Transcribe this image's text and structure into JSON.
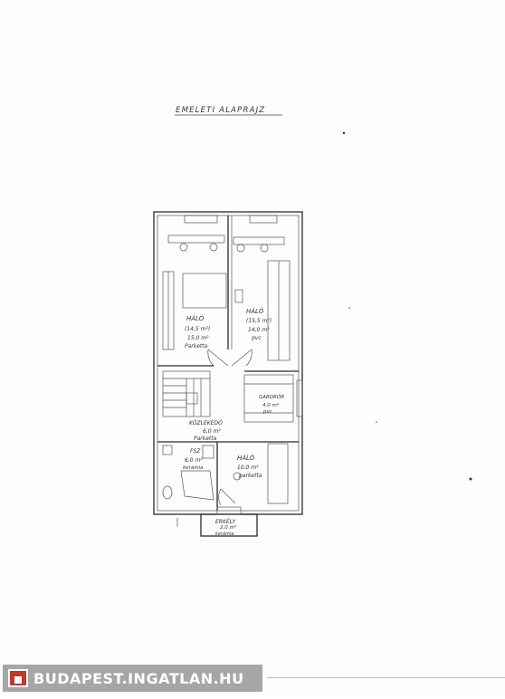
{
  "plan": {
    "title": "EMELETI ALAPRAJZ",
    "rooms": {
      "halo_left": {
        "name": "HÁLÓ",
        "area_a": "(14,5 m²)",
        "area_b": "15,0 m²",
        "floor": "Parketta"
      },
      "halo_right": {
        "name": "HÁLÓ",
        "area_a": "(15,5 m²)",
        "area_b": "14,0 m²",
        "floor": "pvc"
      },
      "gardrob": {
        "name": "GARDRÓB",
        "area": "4,0 m²",
        "floor": "pvc"
      },
      "kozlekedo": {
        "name": "KÖZLEKEDŐ",
        "area": "6,0 m²",
        "floor": "Parketta"
      },
      "fsz": {
        "name": "FSZ",
        "area": "6,0 m²",
        "floor": "kerámia"
      },
      "halo_small": {
        "name": "HÁLÓ",
        "area": "10,0 m²",
        "floor": "parketta"
      },
      "erkely": {
        "name": "ERKÉLY",
        "area": "2,0 m²",
        "floor": "kerámia"
      }
    }
  },
  "watermark": {
    "text": "BUDAPEST.INGATLAN.HU",
    "logo_color": "#c0392b"
  }
}
